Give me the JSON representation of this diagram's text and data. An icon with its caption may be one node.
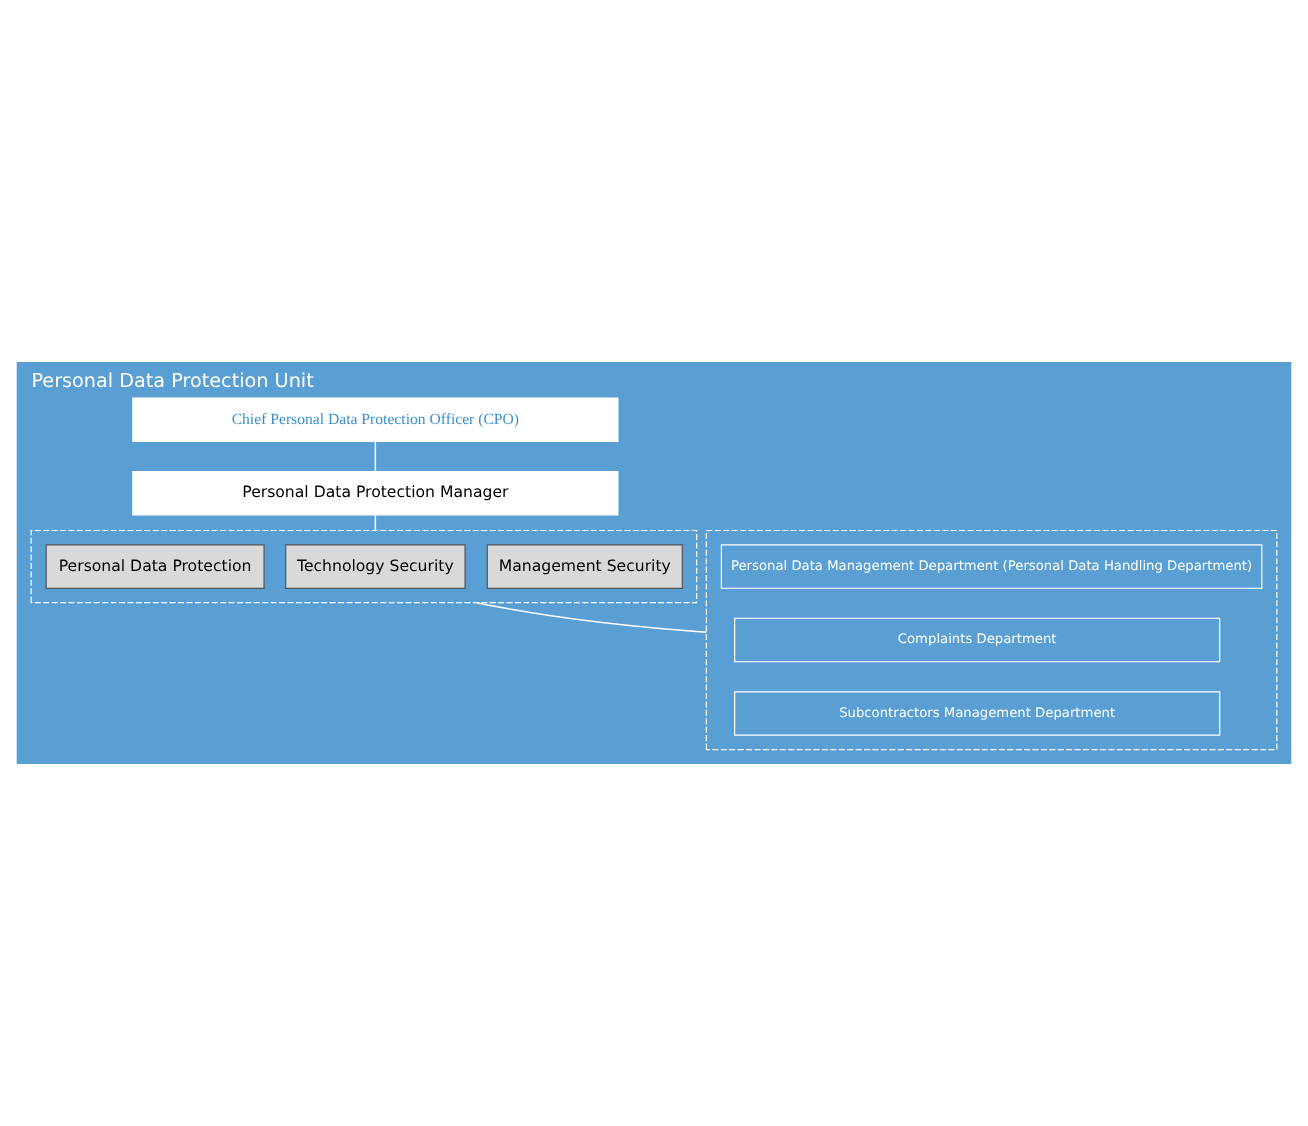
{
  "diagram": {
    "title": "Personal Data Protection Unit",
    "nodes": [
      {
        "text": [
          "Chief Personal Data Protection Officer (CPO)"
        ]
      },
      {
        "text": [
          "Personal Data Protection Manager"
        ]
      },
      {
        "text": [],
        "shape": "box"
      },
      {
        "text": [
          "Management Security"
        ],
        "in": 2
      },
      {
        "text": [
          "Technology Security"
        ],
        "in": 2
      },
      {
        "text": [
          "Personal Data Protection"
        ],
        "in": 2
      },
      {
        "text": [],
        "shape": "box"
      },
      {
        "text": [
          "Personal Data Management Department (Personal Data Handling Department)"
        ],
        "in": 6
      },
      {
        "text": [
          "Complaints Department"
        ],
        "in": 6
      },
      {
        "text": [
          "Subcontractors Management Department"
        ],
        "in": 6
      }
    ],
    "edges": [
      {
        "from": 0,
        "to": 1,
        "arrow": "none"
      },
      {
        "from": 1,
        "to": 2,
        "arrow": "none"
      },
      {
        "from": 2,
        "to": 6,
        "arrow": "none"
      }
    ]
  }
}
